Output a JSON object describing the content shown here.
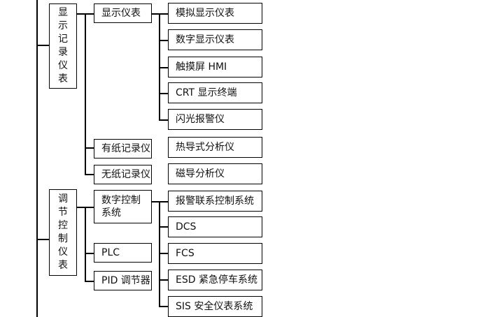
{
  "categories": [
    {
      "label_chars": [
        "显",
        "示",
        "记",
        "录",
        "仪",
        "表"
      ],
      "subgroups": [
        {
          "label": "显示仪表",
          "items": [
            "模拟显示仪表",
            "数字显示仪表",
            "触摸屏 HMI",
            "CRT 显示终端",
            "闪光报警仪"
          ]
        },
        {
          "label": "有纸记录仪",
          "items": [
            "热导式分析仪"
          ]
        },
        {
          "label": "无纸记录仪",
          "items": [
            "磁导分析仪"
          ]
        }
      ]
    },
    {
      "label_chars": [
        "调",
        "节",
        "控",
        "制",
        "仪",
        "表"
      ],
      "subgroups": [
        {
          "label": "数字控制\n系统",
          "items": [
            "报警联系控制系统",
            "DCS",
            "FCS",
            "ESD 紧急停车系统",
            "SIS 安全仪表系统"
          ]
        },
        {
          "label": "PLC",
          "items": []
        },
        {
          "label": "PID 调节器",
          "items": []
        }
      ]
    }
  ]
}
